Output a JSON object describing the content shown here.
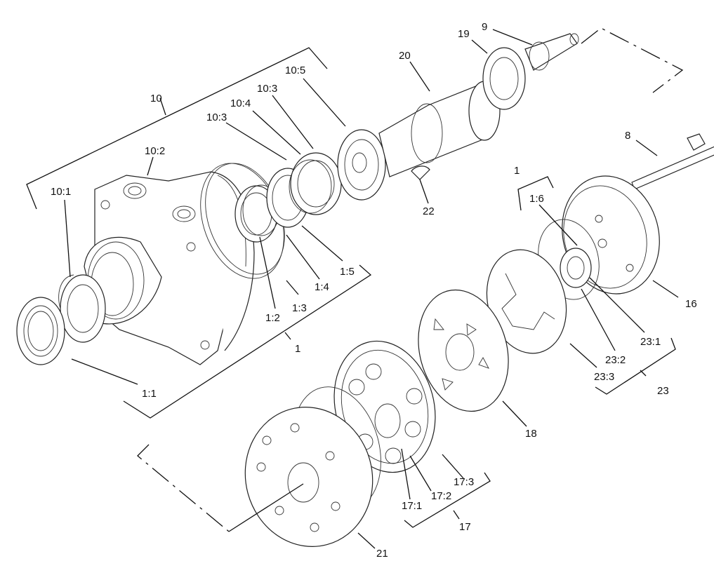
{
  "diagram": {
    "labels": {
      "l10": "10",
      "l10_2": "10:2",
      "l10_1": "10:1",
      "l10_3a": "10:3",
      "l10_4": "10:4",
      "l10_3b": "10:3",
      "l10_5": "10:5",
      "l20": "20",
      "l19": "19",
      "l9": "9",
      "l8": "8",
      "l22": "22",
      "l1_top": "1",
      "l1_6": "1:6",
      "l16": "16",
      "l1_5": "1:5",
      "l1_4": "1:4",
      "l1_3": "1:3",
      "l1_2": "1:2",
      "l1_main": "1",
      "l1_1": "1:1",
      "l23_1": "23:1",
      "l23_2": "23:2",
      "l23_3": "23:3",
      "l23": "23",
      "l18": "18",
      "l17_3": "17:3",
      "l17_2": "17:2",
      "l17_1": "17:1",
      "l17": "17",
      "l21": "21"
    }
  }
}
